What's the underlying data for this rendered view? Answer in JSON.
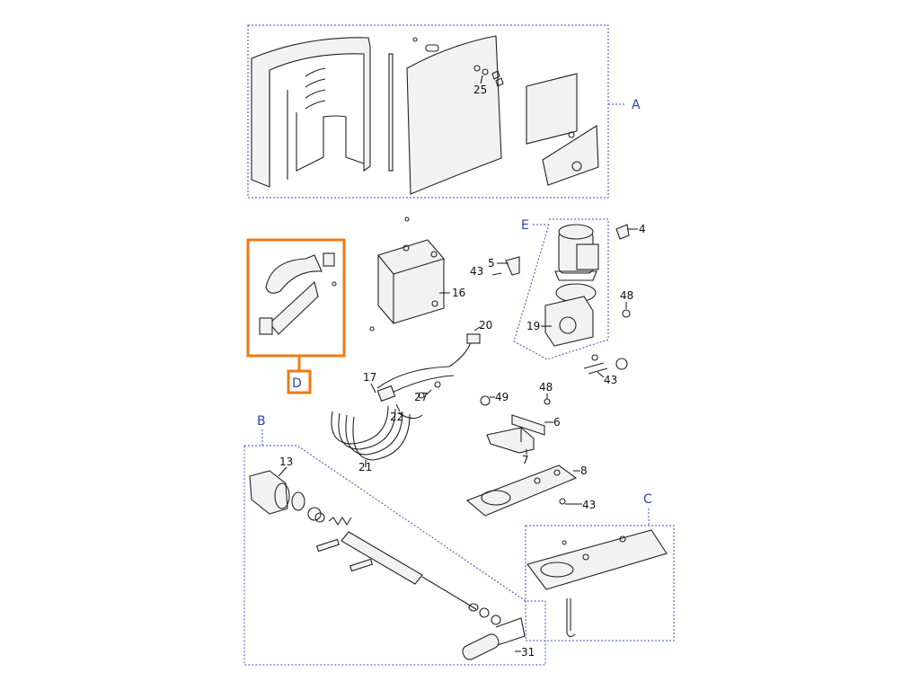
{
  "colors": {
    "group_label": "#2b3fb0",
    "group_border": "#3d4fb8",
    "highlight": "#f07a10",
    "line": "#222222"
  },
  "groups": {
    "A": "A",
    "B": "B",
    "C": "C",
    "D": "D",
    "E": "E"
  },
  "parts": {
    "p4": "4",
    "p5": "5",
    "p6": "6",
    "p7": "7",
    "p8": "8",
    "p13": "13",
    "p16": "16",
    "p17": "17",
    "p19": "19",
    "p20": "20",
    "p21": "21",
    "p22": "22",
    "p25": "25",
    "p27": "27",
    "p31": "31",
    "p43a": "43",
    "p43b": "43",
    "p43c": "43",
    "p48a": "48",
    "p48b": "48",
    "p49": "49"
  },
  "highlighted_group": "D"
}
